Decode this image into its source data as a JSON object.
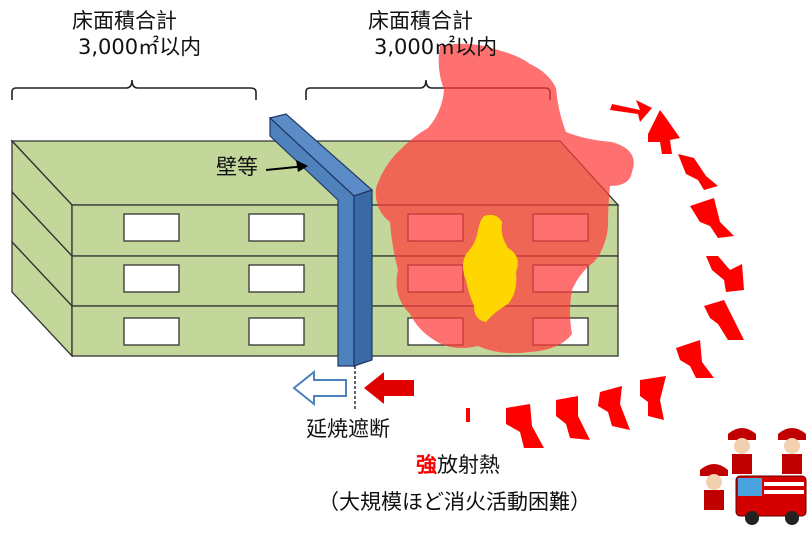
{
  "left_zone": {
    "line1": "床面積合計",
    "line2": "3,000㎡以内"
  },
  "right_zone": {
    "line1": "床面積合計",
    "line2": "3,000㎡以内"
  },
  "wall_label": "壁等",
  "block_label": "延焼遮断",
  "heat": {
    "emphasis": "強",
    "text": "放射熱"
  },
  "note": "（大規模ほど消火活動困難）",
  "colors": {
    "building_face": "#c4d79b",
    "wall": "#4f81bd",
    "fire_outer": "#ff5050",
    "fire_core": "#ffd700",
    "heat_arrow": "#ff0000",
    "emphasis_text": "#ff0000"
  },
  "icons": [
    "fire-brigade-icon"
  ]
}
